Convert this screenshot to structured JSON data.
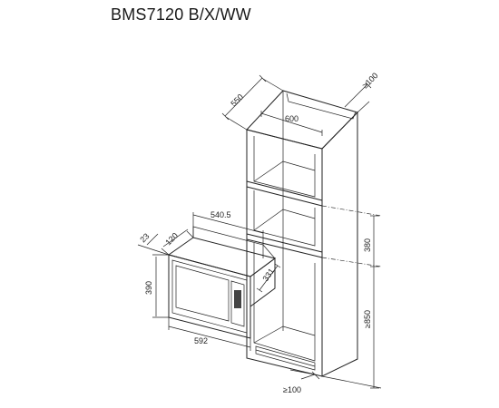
{
  "title": "BMS7120 B/X/WW",
  "dimensions": {
    "cab_depth": "550",
    "cab_width": "600",
    "top_clearance": "≥100",
    "niche_width": "540.5",
    "flange_top": "23",
    "flange_depth": "120",
    "appliance_height": "390",
    "appliance_width": "592",
    "niche_depth": "331",
    "niche_height": "380",
    "mount_height": "≥850",
    "bottom_clearance": "≥100"
  },
  "colors": {
    "line": "#222222",
    "cabinet_top": "#d8d8d8",
    "glass_dark": "#3a3a3a",
    "glass_light": "#e8e8e8"
  }
}
